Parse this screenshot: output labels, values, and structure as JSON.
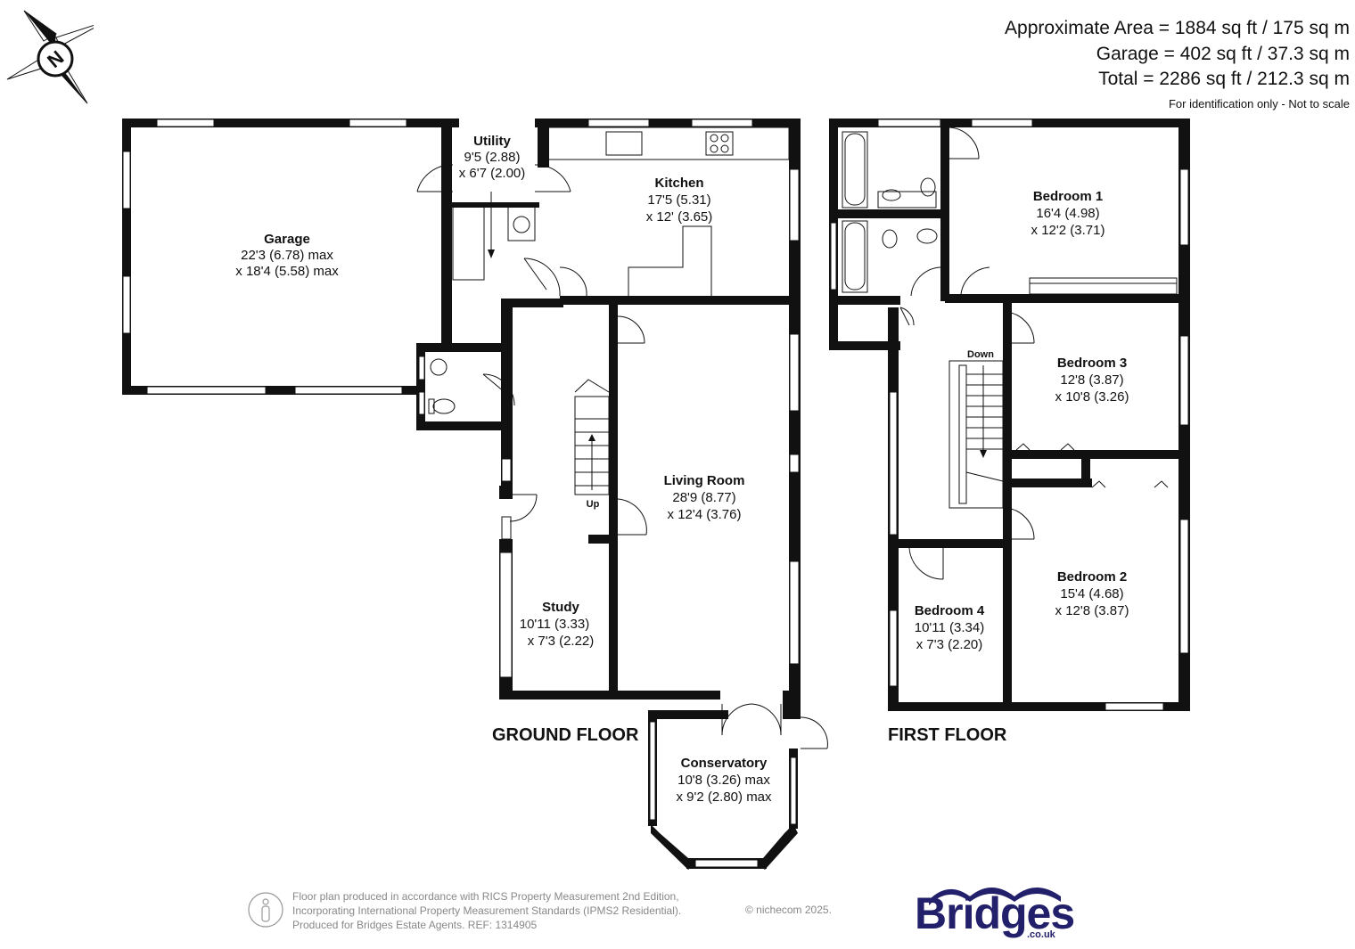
{
  "areas": {
    "approximate": "Approximate Area = 1884 sq ft / 175 sq m",
    "garage": "Garage = 402 sq ft / 37.3 sq m",
    "total": "Total = 2286 sq ft / 212.3 sq m",
    "disclaimer": "For identification only - Not to scale"
  },
  "compass": {
    "letter": "N"
  },
  "ground_floor": {
    "label": "GROUND FLOOR",
    "rooms": {
      "garage": {
        "name": "Garage",
        "dim1": "22'3 (6.78) max",
        "dim2": "x 18'4 (5.58) max"
      },
      "utility": {
        "name": "Utility",
        "dim1": "9'5 (2.88)",
        "dim2": "x 6'7 (2.00)"
      },
      "kitchen": {
        "name": "Kitchen",
        "dim1": "17'5 (5.31)",
        "dim2": "x 12' (3.65)"
      },
      "living": {
        "name": "Living Room",
        "dim1": "28'9 (8.77)",
        "dim2": "x 12'4 (3.76)"
      },
      "study": {
        "name": "Study",
        "dim1": "10'11 (3.33)",
        "dim2": "x 7'3 (2.22)"
      },
      "conservatory": {
        "name": "Conservatory",
        "dim1": "10'8 (3.26) max",
        "dim2": "x 9'2 (2.80) max"
      }
    },
    "stairs_label": "Up"
  },
  "first_floor": {
    "label": "FIRST FLOOR",
    "rooms": {
      "bedroom1": {
        "name": "Bedroom 1",
        "dim1": "16'4 (4.98)",
        "dim2": "x 12'2 (3.71)"
      },
      "bedroom3": {
        "name": "Bedroom 3",
        "dim1": "12'8 (3.87)",
        "dim2": "x 10'8 (3.26)"
      },
      "bedroom2": {
        "name": "Bedroom 2",
        "dim1": "15'4 (4.68)",
        "dim2": "x 12'8 (3.87)"
      },
      "bedroom4": {
        "name": "Bedroom 4",
        "dim1": "10'11 (3.34)",
        "dim2": "x 7'3 (2.20)"
      }
    },
    "stairs_label": "Down"
  },
  "footer": {
    "line1": "Floor plan produced in accordance with RICS Property Measurement 2nd Edition,",
    "line2": "Incorporating International Property Measurement Standards (IPMS2 Residential).",
    "line3": "Produced for Bridges Estate Agents.   REF: 1314905",
    "copyright": "© nichecom 2025."
  },
  "logo": {
    "word": "Bridges",
    "sub": ".co.uk",
    "color": "#23206b"
  },
  "colors": {
    "wall": "#111111",
    "window": "#ffffff",
    "text_muted": "#888888"
  }
}
